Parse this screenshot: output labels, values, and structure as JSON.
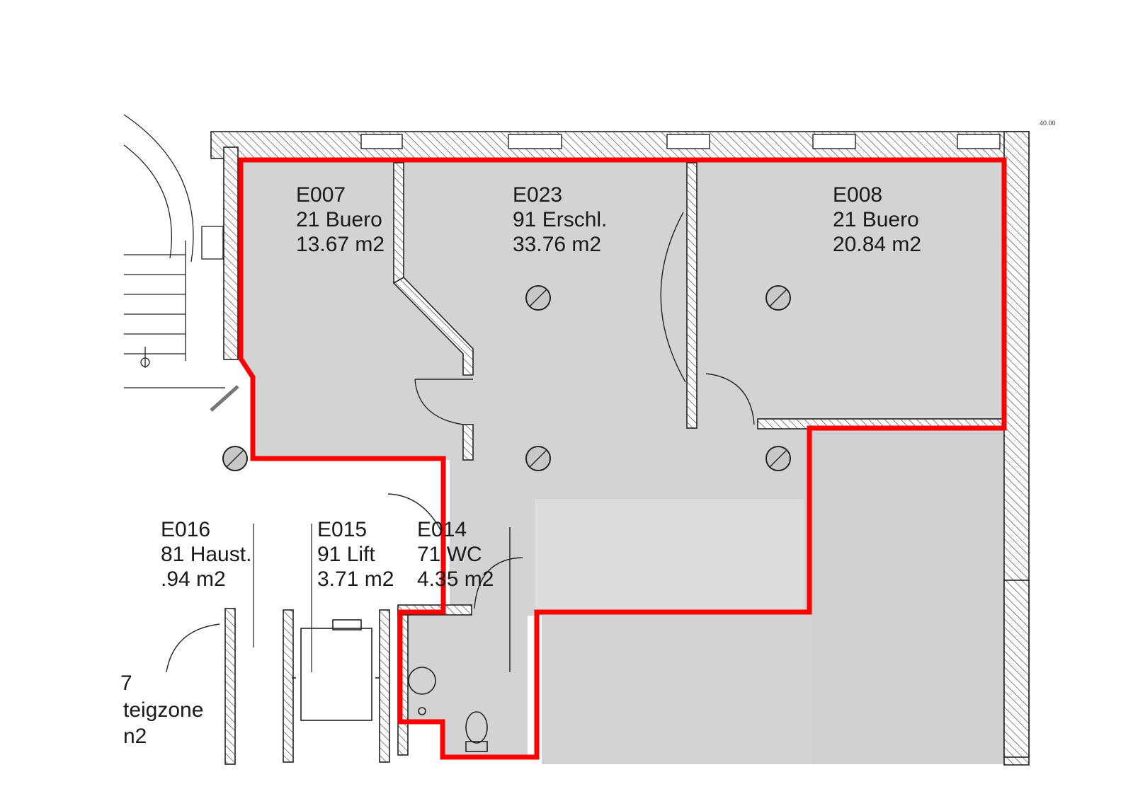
{
  "drawing": {
    "scale_note": "40.00"
  },
  "rooms": [
    {
      "id": "E007",
      "use": "21 Buero",
      "area": "13.67 m2"
    },
    {
      "id": "E023",
      "use": "91 Erschl.",
      "area": "33.76 m2"
    },
    {
      "id": "E008",
      "use": "21 Buero",
      "area": "20.84 m2"
    },
    {
      "id": "E016",
      "use": "81 Haust.",
      "area": ".94 m2"
    },
    {
      "id": "E015",
      "use": "91 Lift",
      "area": "3.71 m2"
    },
    {
      "id": "E014",
      "use": "71 WC",
      "area": "4.35 m2"
    },
    {
      "id": "7",
      "use": "teigzone",
      "area": "n2"
    }
  ],
  "colors": {
    "highlight_outline": "#ff0000",
    "room_fill": "#d3d3d3",
    "wall_line": "#222222",
    "background": "#ffffff"
  }
}
